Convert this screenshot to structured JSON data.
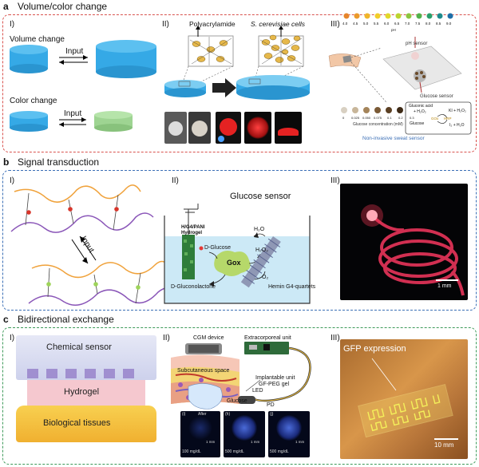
{
  "colors": {
    "frame_a": "#d9534f",
    "frame_b": "#3b6fb6",
    "frame_c": "#3e9a5a",
    "blue": "#35a9e6",
    "green": "#9ed492",
    "purple": "#8a56b8",
    "orange": "#f0a23b"
  },
  "sections": [
    {
      "letter": "a",
      "title": "Volume/color change",
      "panel1": {
        "roman": "I)",
        "volume": "Volume change",
        "input1": "Input",
        "color": "Color change",
        "input2": "Input"
      },
      "panel2": {
        "roman": "II)",
        "left": "Polyacrylamide",
        "right": "S. cerevisiae cells"
      },
      "panel3": {
        "roman": "III)",
        "ph_label": "pH sensor",
        "glucose_label": "Glucose sensor",
        "ph_values": [
          "4.0",
          "4.5",
          "5.0",
          "5.5",
          "6.0",
          "6.5",
          "7.0",
          "7.5",
          "8.0",
          "8.5",
          "9.0"
        ],
        "glc_values": [
          "0",
          "0.025",
          "0.050",
          "0.075",
          "0.1",
          "0.2",
          "0.3"
        ],
        "glc_axis": "Glucose concentration (mM)",
        "caption": "Non-invasive sweat sensor",
        "rx_gluconic": "Gluconic acid",
        "rx_h2o2": "+ H₂O₂",
        "rx_glucose": "Glucose",
        "rx_gox": "GOx",
        "rx_hrp": "HRP",
        "rx_ki": "KI + H₂O₂",
        "rx_i2": "I₂ + H₂O"
      }
    },
    {
      "letter": "b",
      "title": "Signal transduction",
      "panel1": {
        "roman": "I)",
        "input": "Input"
      },
      "panel2": {
        "roman": "II)",
        "heading": "Glucose sensor",
        "hydrogel1": "H/G4/PANI",
        "hydrogel2": "Hydrogel",
        "dglucose": "D-Glucose",
        "gox": "Gox",
        "gluconolactone": "D-Gluconolactone",
        "h2o": "H₂O",
        "h2o2": "H₂O₂",
        "o2": "O₂",
        "hemin": "Hemin G4-quartets"
      },
      "panel3": {
        "roman": "III)",
        "scale": "1 mm"
      }
    },
    {
      "letter": "c",
      "title": "Bidirectional exchange",
      "panel1": {
        "roman": "I)",
        "sensor": "Chemical sensor",
        "hydrogel": "Hydrogel",
        "tissue": "Biological tissues"
      },
      "panel2": {
        "roman": "II)",
        "cgm": "CGM device",
        "extra": "Extracorporeal unit",
        "subq": "Subcutaneous space",
        "implant": "Implantable unit",
        "led": "LED",
        "gel": "GF-PEG gel",
        "glucose": "Glucose",
        "pd": "PD",
        "after": "After",
        "photos": [
          {
            "tag": "(i)",
            "conc": "100 mg/dL"
          },
          {
            "tag": "(h)",
            "conc": "500 mg/dL",
            "scale": "1 mm"
          },
          {
            "tag": "(j)",
            "conc": "500 mg/dL",
            "scale": "1 mm"
          }
        ],
        "scale_first": "1 mm"
      },
      "panel3": {
        "roman": "III)",
        "label": "GFP expression",
        "scale": "10 mm"
      }
    }
  ]
}
